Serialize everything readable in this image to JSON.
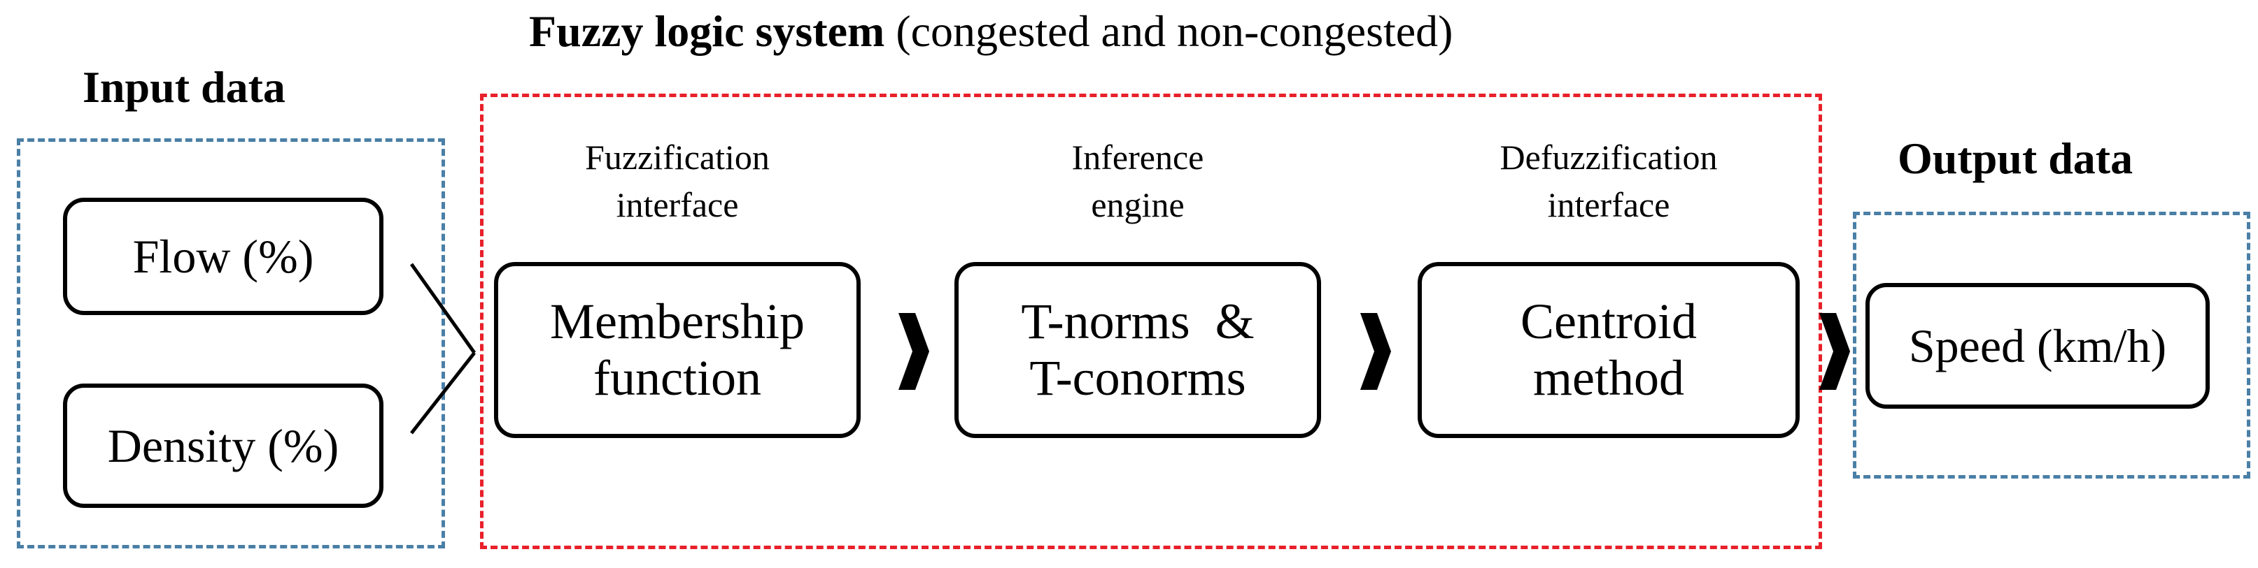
{
  "title": {
    "bold": "Fuzzy logic system",
    "rest": "(congested and non-congested)"
  },
  "input": {
    "heading": "Input data",
    "items": [
      "Flow (%)",
      "Density (%)"
    ]
  },
  "stages": [
    {
      "label_line1": "Fuzzification",
      "label_line2": "interface",
      "box_line1": "Membership",
      "box_line2": "function"
    },
    {
      "label_line1": "Inference",
      "label_line2": "engine",
      "box_line1": "T-norms  &",
      "box_line2": "T-conorms"
    },
    {
      "label_line1": "Defuzzification",
      "label_line2": "interface",
      "box_line1": "Centroid",
      "box_line2": "method"
    }
  ],
  "output": {
    "heading": "Output data",
    "item": "Speed (km/h)"
  },
  "colors": {
    "input_output_border": "#4a7fa6",
    "fuzzy_system_border": "#e8202a"
  }
}
